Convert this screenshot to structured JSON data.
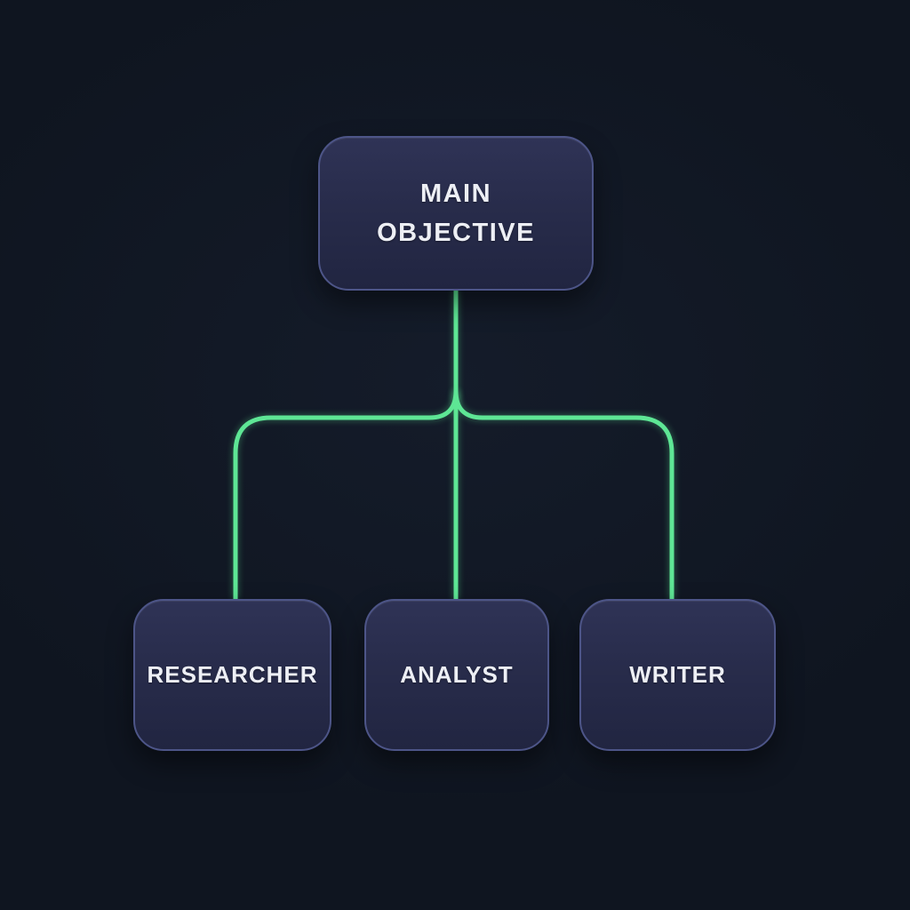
{
  "colors": {
    "background": "#0f1520",
    "connector_green": "#5ee695",
    "node_border": "#4d5588",
    "node_fill_top": "#2f3356",
    "node_fill_bottom": "#212541",
    "text": "#edeff5"
  },
  "nodes": {
    "root": {
      "label": "MAIN OBJECTIVE"
    },
    "children": [
      {
        "label": "RESEARCHER"
      },
      {
        "label": "ANALYST"
      },
      {
        "label": "WRITER"
      }
    ]
  },
  "chart_data": {
    "type": "table",
    "title": "",
    "hierarchy": {
      "root": "MAIN OBJECTIVE",
      "children": [
        "RESEARCHER",
        "ANALYST",
        "WRITER"
      ]
    }
  }
}
